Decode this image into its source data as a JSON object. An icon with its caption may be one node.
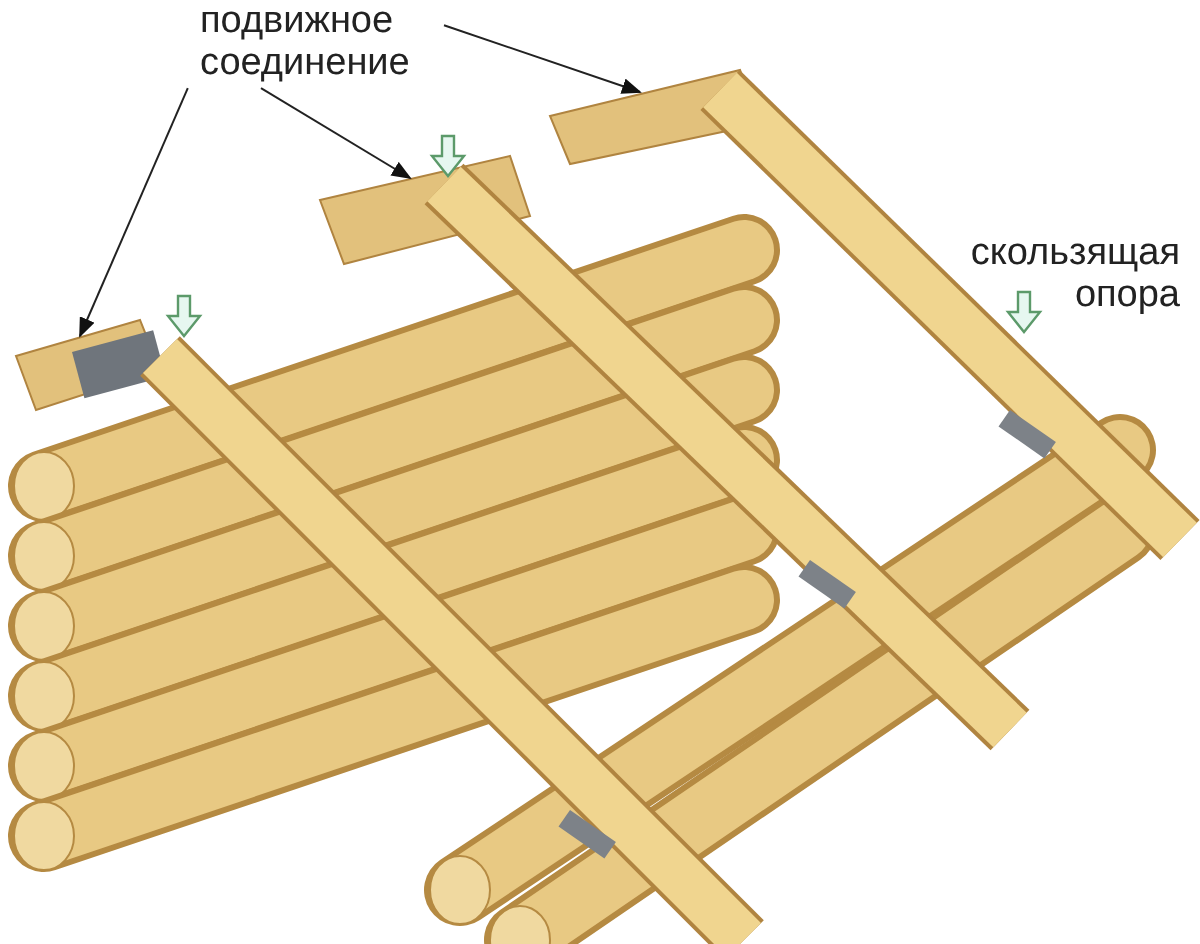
{
  "diagram": {
    "nodes": [
      {
        "text": [
          "подвижное соединение"
        ]
      },
      {
        "text": [],
        "shape": "box"
      },
      {
        "text": [],
        "shape": "box"
      },
      {
        "text": [],
        "shape": "box"
      }
    ],
    "edges": [
      {
        "from": 0,
        "to": 3,
        "arrow": "to"
      },
      {
        "from": 0,
        "to": 2,
        "arrow": "to"
      },
      {
        "from": 0,
        "to": 1,
        "arrow": "to"
      }
    ],
    "labels": [
      "скользящая опора"
    ]
  }
}
